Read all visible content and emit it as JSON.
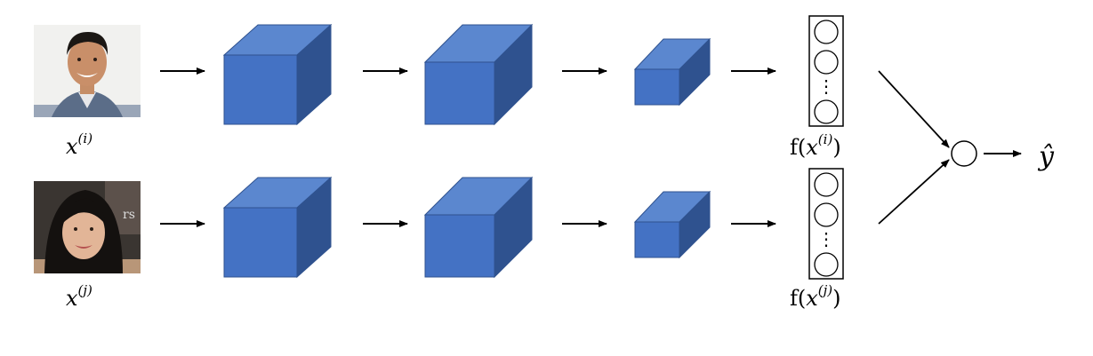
{
  "diagram": {
    "rows": [
      {
        "input_label": {
          "base": "x",
          "sup": "(i)"
        },
        "embedding_label": {
          "fn": "f(",
          "base": "x",
          "sup": "(i)",
          "close": ")"
        },
        "embedding_dots": "⋮"
      },
      {
        "input_label": {
          "base": "x",
          "sup": "(j)"
        },
        "embedding_label": {
          "fn": "f(",
          "base": "x",
          "sup": "(j)",
          "close": ")"
        },
        "embedding_dots": "⋮"
      }
    ],
    "output_label": "ŷ",
    "colors": {
      "cube_front": "#4472C4",
      "cube_top": "#5B87CF",
      "cube_side": "#2F528F",
      "line": "#000000"
    }
  }
}
